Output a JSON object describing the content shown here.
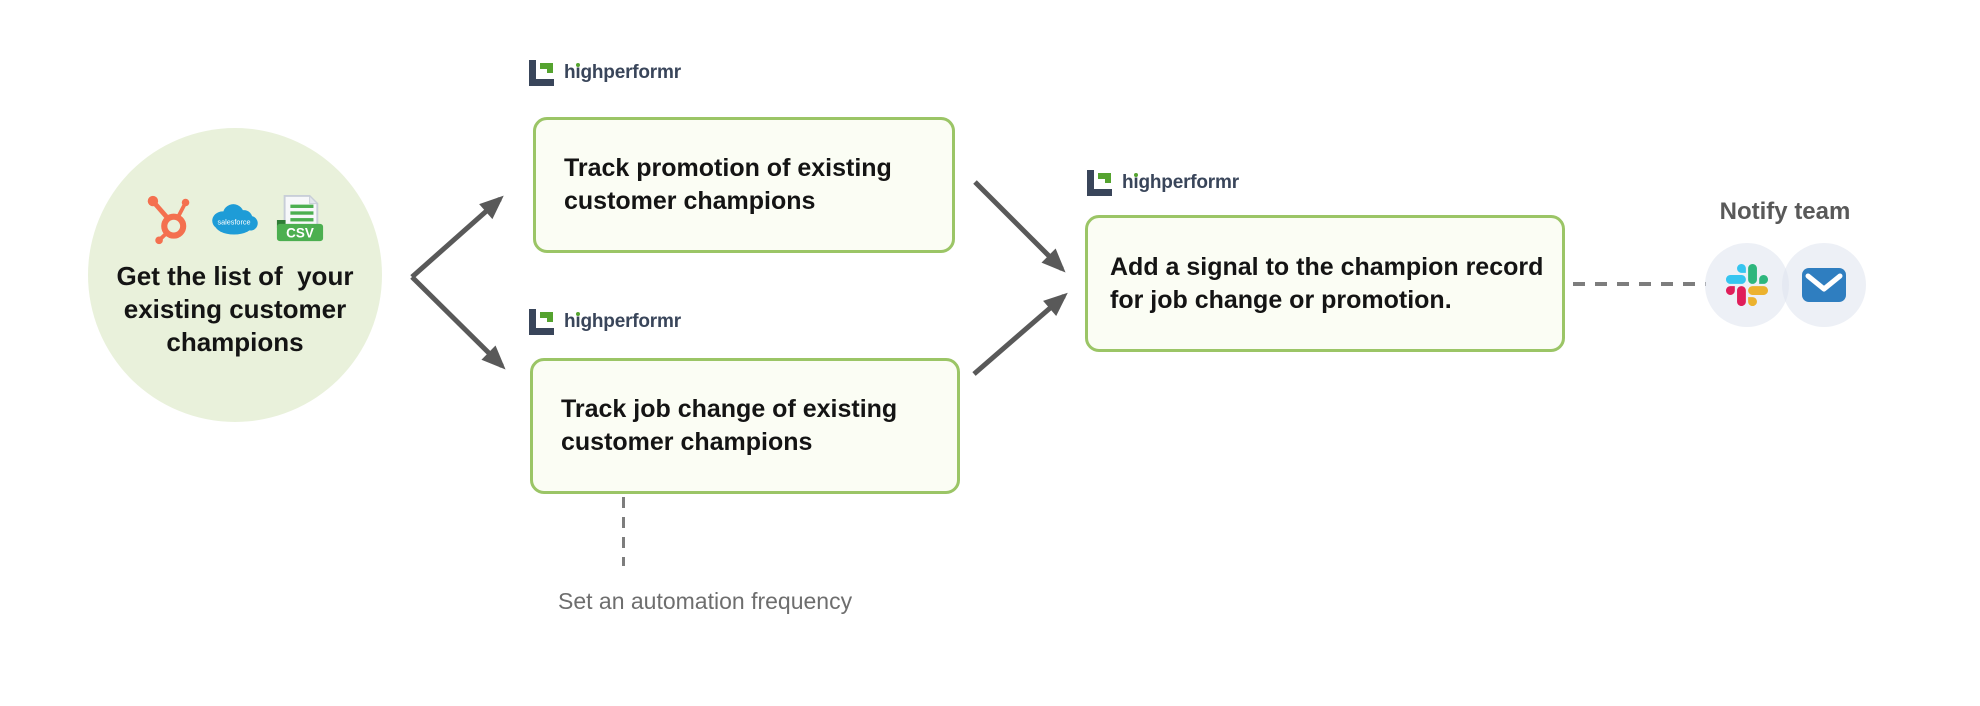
{
  "brand": {
    "name": "highperformr"
  },
  "source": {
    "label": "Get the list of  your existing customer champions",
    "integrations": [
      "hubspot-icon",
      "salesforce-icon",
      "csv-icon"
    ],
    "salesforce_text": "salesforce",
    "csv_text": "CSV"
  },
  "steps": [
    {
      "label": "Track promotion of existing customer champions"
    },
    {
      "label": "Track job change of existing customer champions"
    },
    {
      "label": "Add a signal to the champion record for job change or promotion."
    }
  ],
  "annotations": {
    "automation_frequency": "Set an automation frequency"
  },
  "notify": {
    "label": "Notify team",
    "channels": [
      "slack-icon",
      "email-icon"
    ]
  },
  "colors": {
    "canvas_bg": "#FFFFFF",
    "node_border_green": "#9BC566",
    "node_fill": "#FBFDF4",
    "source_fill": "#E9F1DB",
    "arrow_gray": "#595959",
    "dash_gray": "#7D7D7D",
    "brand_navy": "#39455A",
    "brand_green": "#55A32F",
    "text_dark": "#141414",
    "notify_label_gray": "#595959",
    "freq_label_gray": "#6E6E6E",
    "channel_bg": "rgba(222,228,238,0.55)",
    "slack_blue": "#36C5F0",
    "slack_green": "#2EB67D",
    "slack_red": "#E01E5A",
    "slack_yellow": "#ECB22E",
    "email_blue": "#2F7EC0",
    "hubspot_orange": "#F4704F",
    "salesforce_blue": "#1E9CD7",
    "csv_green": "#4CAF50"
  }
}
